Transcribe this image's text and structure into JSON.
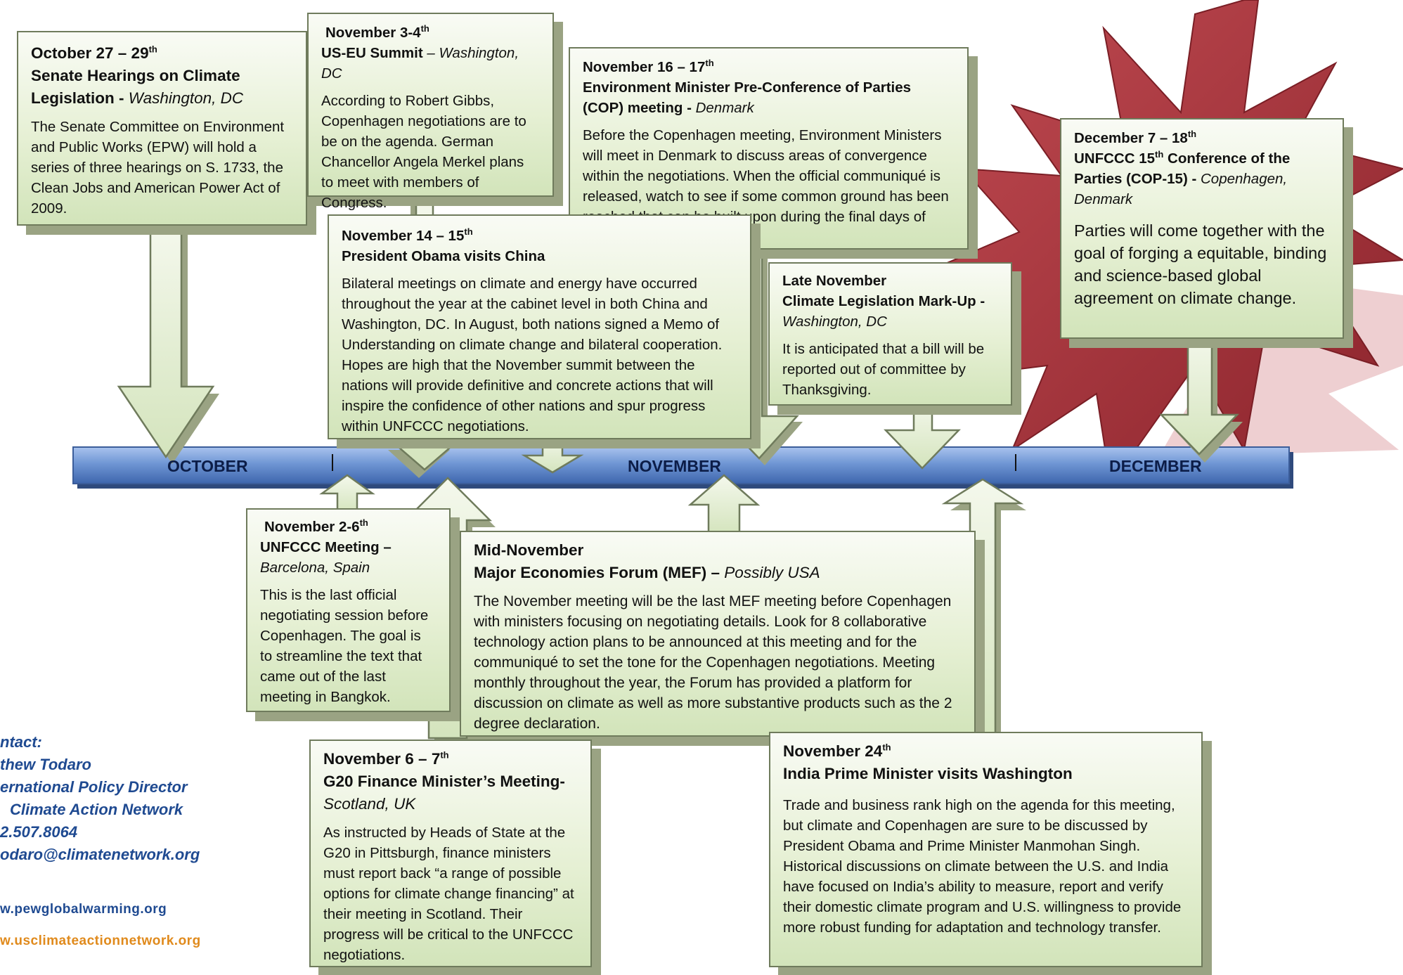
{
  "timeline": {
    "months": [
      "OCTOBER",
      "NOVEMBER",
      "DECEMBER"
    ]
  },
  "events": {
    "oct27": {
      "date": "October 27 – 29",
      "sup": "th",
      "title": "Senate Hearings on Climate Legislation - ",
      "location": "Washington, DC",
      "body": "The Senate Committee on Environment and Public Works (EPW) will hold a series of three hearings on S. 1733, the Clean Jobs and American Power Act of 2009."
    },
    "nov3": {
      "date": "November 3-4",
      "sup": "th",
      "title": "US-EU Summit",
      "location": " – Washington, DC",
      "body": "According to Robert Gibbs, Copenhagen negotiations are to be on the agenda.   German Chancellor Angela Merkel plans to meet with members of Congress."
    },
    "nov16": {
      "date": "November 16 – 17",
      "sup": "th",
      "title": "Environment Minister Pre-Conference of Parties (COP) meeting - ",
      "location": "Denmark",
      "body": "Before the Copenhagen meeting, Environment Ministers will meet in Denmark to discuss areas of convergence within the negotiations. When the official communiqué is released, watch to see if some common ground has been reached that can be built upon during the final days of Copenhagen."
    },
    "dec7": {
      "date": "December 7 – 18",
      "sup": "th",
      "title_pre": "UNFCCC 15",
      "title_sup": "th",
      "title": " Conference of the Parties (COP-15) - ",
      "location": "Copenhagen, Denmark",
      "body": "Parties will come together with the goal of forging a equitable, binding and science-based global agreement on climate change."
    },
    "nov14": {
      "date": "November 14 – 15",
      "sup": "th",
      "title": "President Obama visits China",
      "body": "Bilateral meetings on climate and energy have occurred throughout the year at the cabinet level in both China and Washington, DC.  In August, both nations signed a Memo of Understanding on climate change and bilateral cooperation. Hopes are high that the November summit between the nations will provide definitive and concrete actions that will inspire the confidence of other nations and spur progress within UNFCCC negotiations."
    },
    "late_nov": {
      "date": "Late November",
      "title": "Climate Legislation Mark-Up - ",
      "location": "Washington, DC",
      "body": "It is anticipated that a bill will be reported out of committee by Thanksgiving."
    },
    "nov2": {
      "date": "November 2-6",
      "sup": "th",
      "title": "UNFCCC Meeting – ",
      "location": "Barcelona, Spain",
      "body": "This is the last official negotiating session before Copenhagen.  The goal is to streamline the text that came out of the last meeting in Bangkok."
    },
    "mid_nov": {
      "date": "Mid-November",
      "title": "Major Economies Forum (MEF) – ",
      "location": "Possibly USA",
      "body": "The November meeting will be the last MEF meeting before Copenhagen with ministers focusing on negotiating details.  Look for 8 collaborative technology action plans to be announced at this meeting and for the communiqué to set the tone for the Copenhagen negotiations.  Meeting monthly throughout the year, the Forum has provided a platform for discussion on climate as well as more substantive products such as the 2 degree declaration."
    },
    "nov6": {
      "date": "November 6 – 7",
      "sup": "th",
      "title": "G20 Finance Minister’s Meeting-",
      "location": "Scotland, UK",
      "body": "As instructed by Heads of State at the G20 in Pittsburgh, finance ministers must report back “a range of possible options for climate change financing” at their meeting in Scotland.  Their progress will be critical to the UNFCCC negotiations."
    },
    "nov24": {
      "date": "November 24",
      "sup": "th",
      "title": "India Prime Minister visits Washington",
      "body": "Trade and business rank high on the agenda for this meeting, but climate and Copenhagen are sure to be discussed by President Obama and Prime Minister Manmohan Singh. Historical discussions on climate between the U.S. and India have focused on India’s ability to measure, report and verify their domestic climate program and U.S. willingness to provide more robust funding for adaptation and technology transfer."
    }
  },
  "contact": {
    "label": "ntact:",
    "name": "thew Todaro",
    "role": "ernational Policy Director",
    "org": "Climate Action Network",
    "phone": "2.507.8064",
    "email": "odaro@climatenetwork.org"
  },
  "websites": [
    "w.pewglobalwarming.org",
    "w.usclimateactionnetwork.org"
  ],
  "colors": {
    "box_fill": "#e6f0d4",
    "box_border": "#6f7b5c",
    "box_shadow": "#9aa383",
    "timeline_bar": "#5d86c9",
    "starburst": "#a8353d",
    "starburst_faded": "#eecfd1",
    "contact_text": "#1f4a91",
    "website_orange": "#e08a1c"
  }
}
